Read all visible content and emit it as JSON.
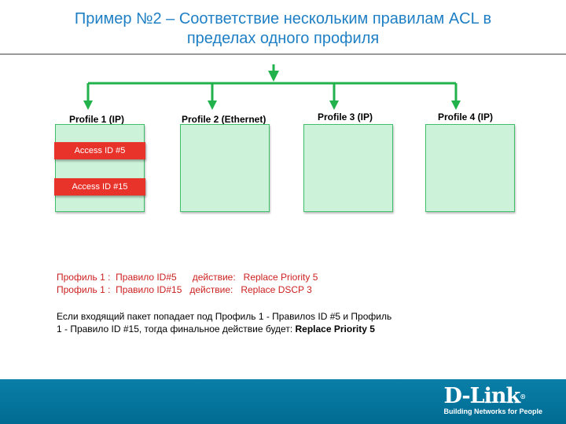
{
  "title": {
    "line1": "Пример №2 – Соответствие нескольким правилам ACL в",
    "line2": "пределах одного профиля"
  },
  "profiles": [
    {
      "label": "Profile 1 (IP)"
    },
    {
      "label": "Profile 2 (Ethernet)"
    },
    {
      "label": "Profile 3 (IP)"
    },
    {
      "label": "Profile 4 (IP)"
    }
  ],
  "access_entries": [
    "Access ID #5",
    "Access ID #15"
  ],
  "rules": [
    {
      "text": "Профиль 1 :  Правило ID#5      действие:   Replace Priority 5"
    },
    {
      "text": "Профиль 1 :  Правило ID#15   действие:   Replace DSCP 3"
    }
  ],
  "explanation": {
    "line1": "Если входящий пакет попадает под Профиль 1 - Правилоs ID #5 и Профиль",
    "line2_prefix": "1 - Правило ID #15, тогда финальное действие будет: ",
    "line2_bold": "Replace Priority 5"
  },
  "logo": {
    "name": "D-Link",
    "reg": "®",
    "tagline": "Building Networks for People"
  },
  "colors": {
    "title": "#1f7fc4",
    "arrow": "#22b24c",
    "box_fill": "#ccf2da",
    "access_fill": "#e8332b",
    "rule_text": "#cc1f1f",
    "footer": "#0079a3"
  }
}
